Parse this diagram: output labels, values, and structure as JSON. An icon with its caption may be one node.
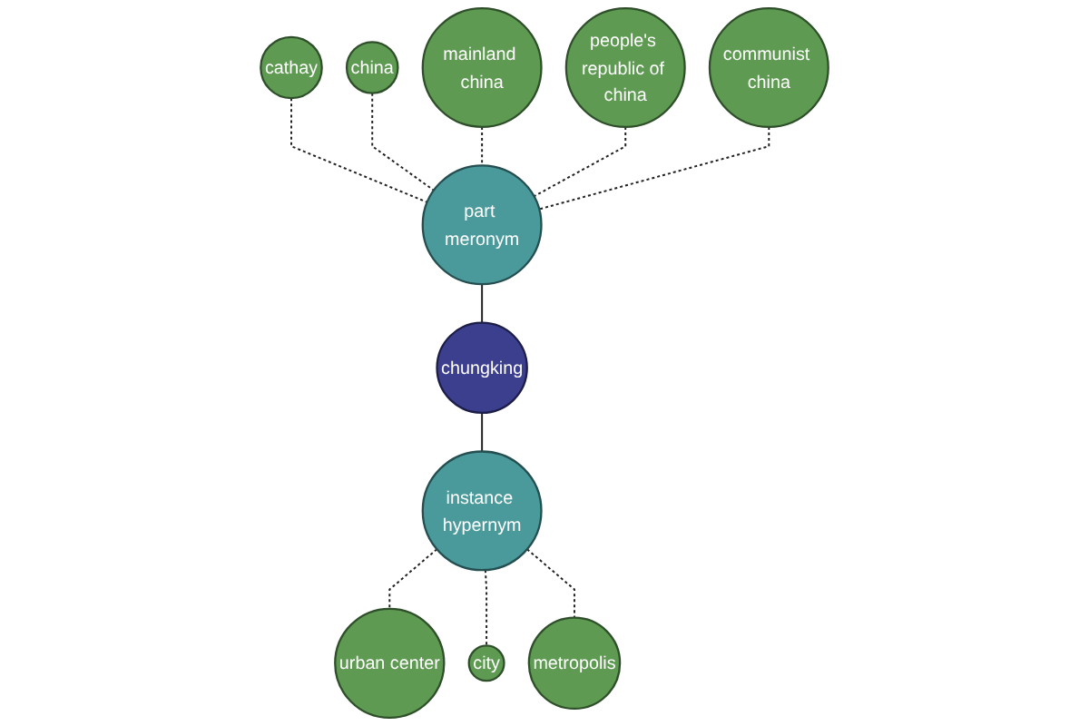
{
  "diagram": {
    "nodes": [
      {
        "text": [
          "cathay"
        ]
      },
      {
        "text": [
          "china"
        ]
      },
      {
        "text": [
          "mainland china"
        ]
      },
      {
        "text": [
          "people's republic of china"
        ]
      },
      {
        "text": [
          "communist china"
        ]
      },
      {
        "text": [
          "part meronym"
        ]
      },
      {
        "text": [
          "chungking"
        ]
      },
      {
        "text": [
          "instance hypernym"
        ]
      },
      {
        "text": [
          "urban center"
        ]
      },
      {
        "text": [
          "city"
        ]
      },
      {
        "text": [
          "metropolis"
        ]
      }
    ],
    "edges": [
      {
        "from": 0,
        "to": 5,
        "arrow": "none",
        "style": "dashed"
      },
      {
        "from": 1,
        "to": 5,
        "arrow": "none",
        "style": "dashed"
      },
      {
        "from": 2,
        "to": 5,
        "arrow": "none",
        "style": "dashed"
      },
      {
        "from": 3,
        "to": 5,
        "arrow": "none",
        "style": "dashed"
      },
      {
        "from": 4,
        "to": 5,
        "arrow": "none",
        "style": "dashed"
      },
      {
        "from": 5,
        "to": 6,
        "arrow": "none"
      },
      {
        "from": 6,
        "to": 7,
        "arrow": "none"
      },
      {
        "from": 7,
        "to": 8,
        "arrow": "none",
        "style": "dashed"
      },
      {
        "from": 7,
        "to": 9,
        "arrow": "none",
        "style": "dashed"
      },
      {
        "from": 7,
        "to": 10,
        "arrow": "none",
        "style": "dashed"
      }
    ]
  }
}
